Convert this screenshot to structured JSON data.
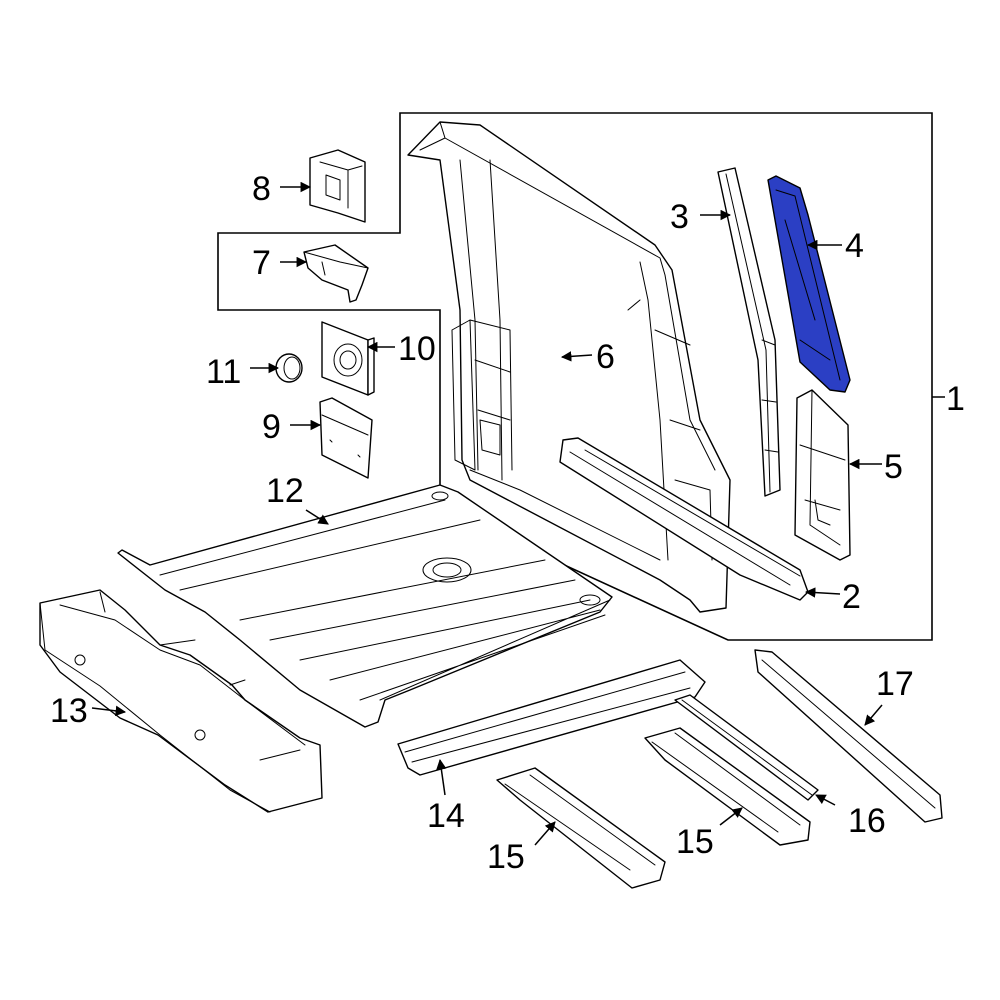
{
  "callouts": {
    "c1": "1",
    "c2": "2",
    "c3": "3",
    "c4": "4",
    "c5": "5",
    "c6": "6",
    "c7": "7",
    "c8": "8",
    "c9": "9",
    "c10": "10",
    "c11": "11",
    "c12": "12",
    "c13": "13",
    "c14": "14",
    "c15a": "15",
    "c15b": "15",
    "c16": "16",
    "c17": "17"
  },
  "colors": {
    "highlight_fill": "#2b3fc4",
    "line": "#000000",
    "background": "#ffffff"
  }
}
